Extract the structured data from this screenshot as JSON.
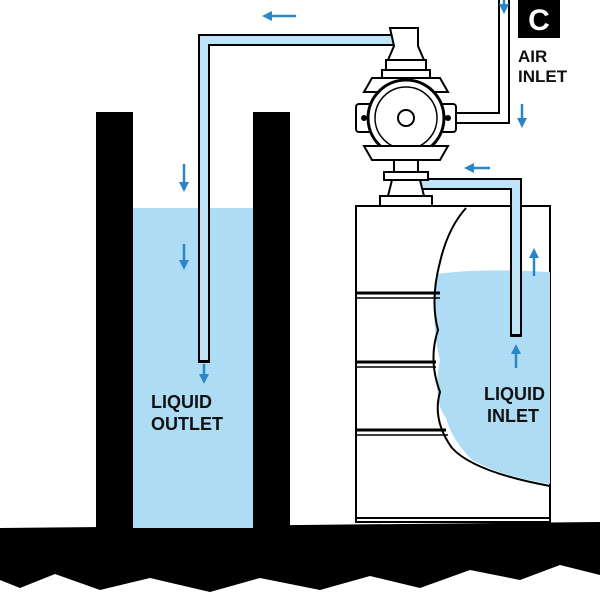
{
  "badge": {
    "letter": "C"
  },
  "labels": {
    "air_inlet_line1": "AIR",
    "air_inlet_line2": "INLET",
    "liquid_outlet_line1": "LIQUID",
    "liquid_outlet_line2": "OUTLET",
    "liquid_inlet_line1": "LIQUID",
    "liquid_inlet_line2": "INLET"
  },
  "colors": {
    "liquid": "#aedcf5",
    "pipe_fill": "#bfe3f7",
    "arrow": "#2b86c8",
    "structure": "#000000"
  },
  "icons": {
    "flow_arrow": "flow-arrow-icon",
    "pump": "diaphragm-pump-icon"
  }
}
